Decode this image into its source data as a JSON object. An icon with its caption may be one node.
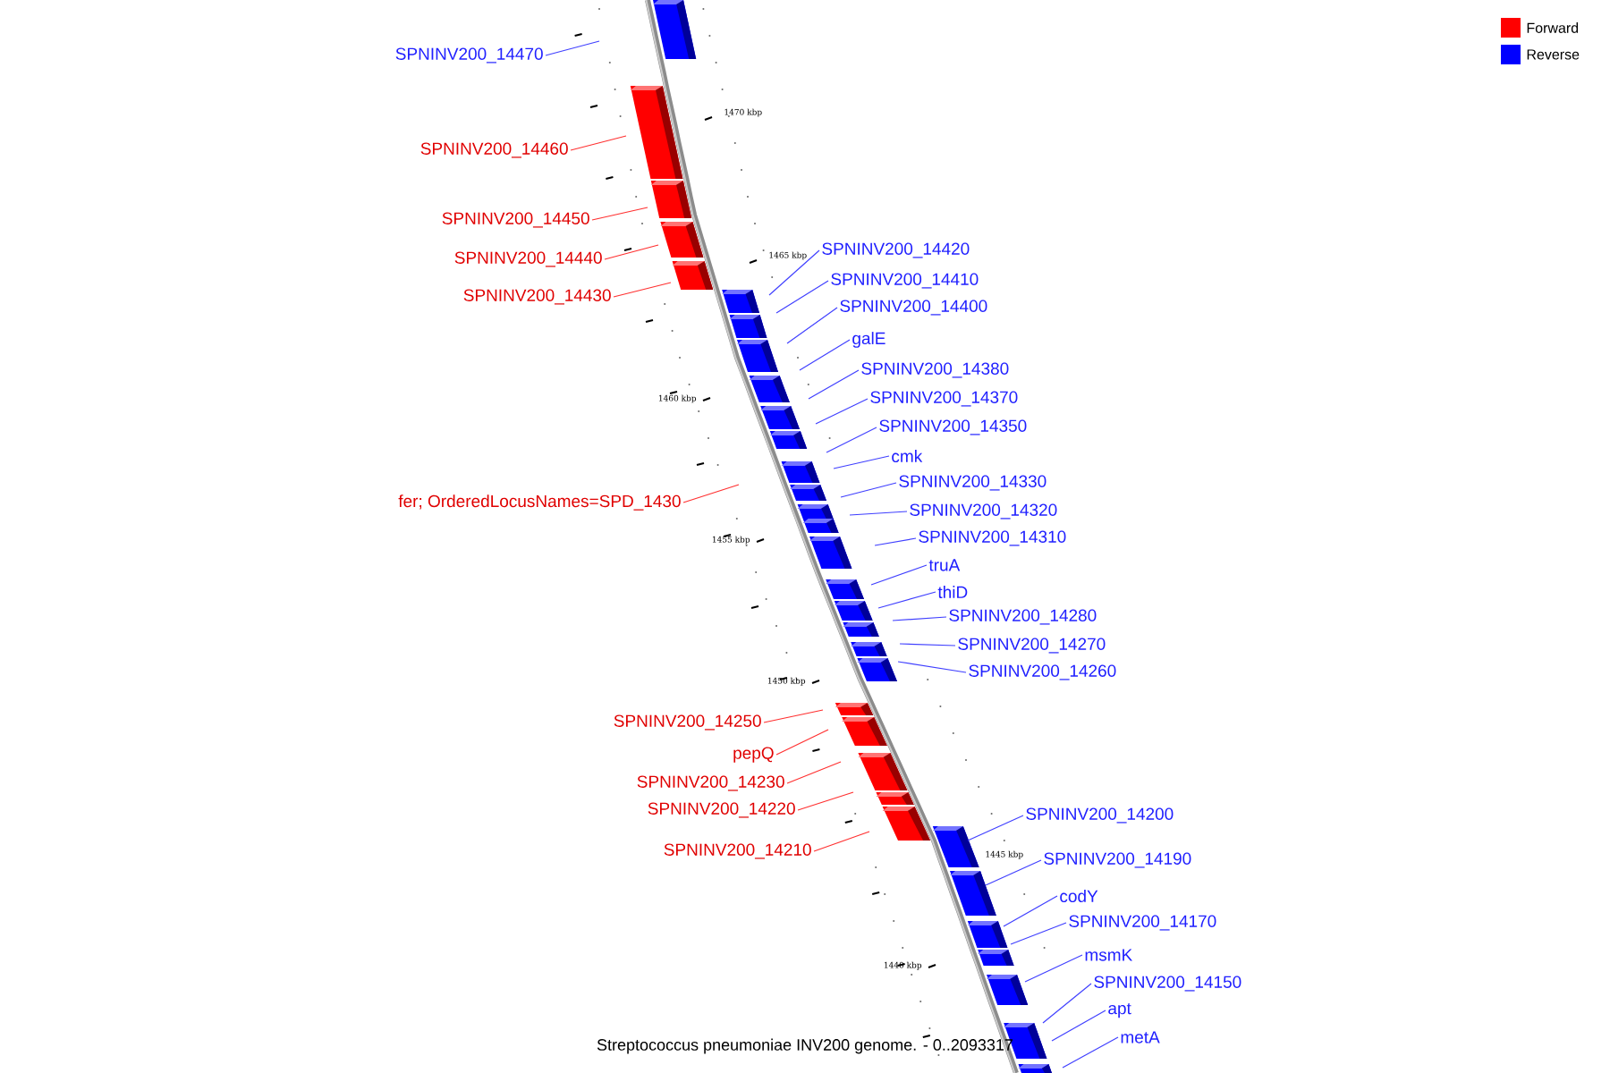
{
  "diagram": {
    "caption": "Streptococcus pneumoniae INV200 genome. - 0..2093317",
    "nodes": [
      {
        "text": [
          "SPNINV200_14470"
        ]
      },
      {
        "text": [
          "SPNINV200_14460"
        ]
      },
      {
        "text": [
          "SPNINV200_14450"
        ]
      },
      {
        "text": [
          "SPNINV200_14440"
        ]
      },
      {
        "text": [
          "SPNINV200_14420"
        ]
      },
      {
        "text": [
          "SPNINV200_14410"
        ]
      },
      {
        "text": [
          "SPNINV200_14430"
        ]
      },
      {
        "text": [
          "SPNINV200_14400"
        ]
      },
      {
        "text": [
          "galE"
        ]
      },
      {
        "text": [
          "SPNINV200_14380"
        ]
      },
      {
        "text": [
          "SPNINV200_14370"
        ]
      },
      {
        "text": [
          "SPNINV200_14350"
        ]
      },
      {
        "text": [
          "cmk"
        ]
      },
      {
        "text": [
          "SPNINV200_14330"
        ]
      },
      {
        "text": [
          "fer; OrderedLocusNames=SPD_1430"
        ]
      },
      {
        "text": [
          "SPNINV200_14320"
        ]
      },
      {
        "text": [
          "SPNINV200_14310"
        ]
      },
      {
        "text": [
          "truA"
        ]
      },
      {
        "text": [
          "thiD"
        ]
      },
      {
        "text": [
          "SPNINV200_14280"
        ]
      },
      {
        "text": [
          "SPNINV200_14270"
        ]
      },
      {
        "text": [
          "SPNINV200_14260"
        ]
      },
      {
        "text": [
          "SPNINV200_14250"
        ]
      },
      {
        "text": [
          "pepQ"
        ]
      },
      {
        "text": [
          "SPNINV200_14230"
        ]
      },
      {
        "text": [
          "SPNINV200_14220"
        ]
      },
      {
        "text": [
          "SPNINV200_14200"
        ]
      },
      {
        "text": [
          "SPNINV200_14210"
        ]
      },
      {
        "text": [
          "SPNINV200_14190"
        ]
      },
      {
        "text": [
          "codY"
        ]
      },
      {
        "text": [
          "SPNINV200_14170"
        ]
      },
      {
        "text": [
          "msmK"
        ]
      },
      {
        "text": [
          "SPNINV200_14150"
        ]
      },
      {
        "text": [
          "apt"
        ]
      },
      {
        "text": [
          "metA"
        ]
      }
    ],
    "edges": [
      {
        "from": 0,
        "to": null,
        "arrow": "none"
      },
      {
        "from": 1,
        "to": null,
        "arrow": "none",
        "color": "#ff3030"
      },
      {
        "from": 2,
        "to": null,
        "arrow": "none",
        "color": "#ff3030"
      },
      {
        "from": 3,
        "to": null,
        "arrow": "none",
        "color": "#ff3030"
      },
      {
        "from": 4,
        "to": null,
        "arrow": "none"
      },
      {
        "from": 5,
        "to": null,
        "arrow": "none"
      },
      {
        "from": 6,
        "to": null,
        "arrow": "none",
        "color": "#ff3030"
      },
      {
        "from": 7,
        "to": null,
        "arrow": "none"
      },
      {
        "from": 8,
        "to": null,
        "arrow": "none"
      },
      {
        "from": 9,
        "to": null,
        "arrow": "none"
      },
      {
        "from": 10,
        "to": null,
        "arrow": "none"
      },
      {
        "from": 11,
        "to": null,
        "arrow": "none"
      },
      {
        "from": 12,
        "to": null,
        "arrow": "none"
      },
      {
        "from": 13,
        "to": null,
        "arrow": "none"
      },
      {
        "from": 14,
        "to": null,
        "arrow": "none",
        "color": "#ff3030"
      },
      {
        "from": 15,
        "to": null,
        "arrow": "none"
      },
      {
        "from": 16,
        "to": null,
        "arrow": "none"
      },
      {
        "from": 17,
        "to": null,
        "arrow": "none"
      },
      {
        "from": 18,
        "to": null,
        "arrow": "none"
      },
      {
        "from": 19,
        "to": null,
        "arrow": "none"
      },
      {
        "from": 20,
        "to": null,
        "arrow": "none"
      },
      {
        "from": 21,
        "to": null,
        "arrow": "none"
      },
      {
        "from": 22,
        "to": null,
        "arrow": "none",
        "color": "#ff3030"
      },
      {
        "from": 23,
        "to": null,
        "arrow": "none",
        "color": "#ff3030"
      },
      {
        "from": 24,
        "to": null,
        "arrow": "none",
        "color": "#ff3030"
      },
      {
        "from": 25,
        "to": null,
        "arrow": "none",
        "color": "#ff3030"
      },
      {
        "from": 26,
        "to": null,
        "arrow": "none"
      },
      {
        "from": 27,
        "to": null,
        "arrow": "none",
        "color": "#ff3030"
      },
      {
        "from": 28,
        "to": null,
        "arrow": "none"
      },
      {
        "from": 29,
        "to": null,
        "arrow": "none"
      },
      {
        "from": 30,
        "to": null,
        "arrow": "none"
      },
      {
        "from": 31,
        "to": null,
        "arrow": "none"
      },
      {
        "from": 32,
        "to": null,
        "arrow": "none"
      },
      {
        "from": 33,
        "to": null,
        "arrow": "none"
      },
      {
        "from": 34,
        "to": null,
        "arrow": "none"
      }
    ],
    "labels": [
      "1470 kbp",
      "1465 kbp",
      "1460 kbp",
      "1455 kbp",
      "1450 kbp",
      "1445 kbp",
      "1440 kbp"
    ],
    "legend": [
      {
        "text": "Forward",
        "color": "#ff0000"
      },
      {
        "text": "Reverse",
        "color": "#0000ff"
      }
    ]
  }
}
